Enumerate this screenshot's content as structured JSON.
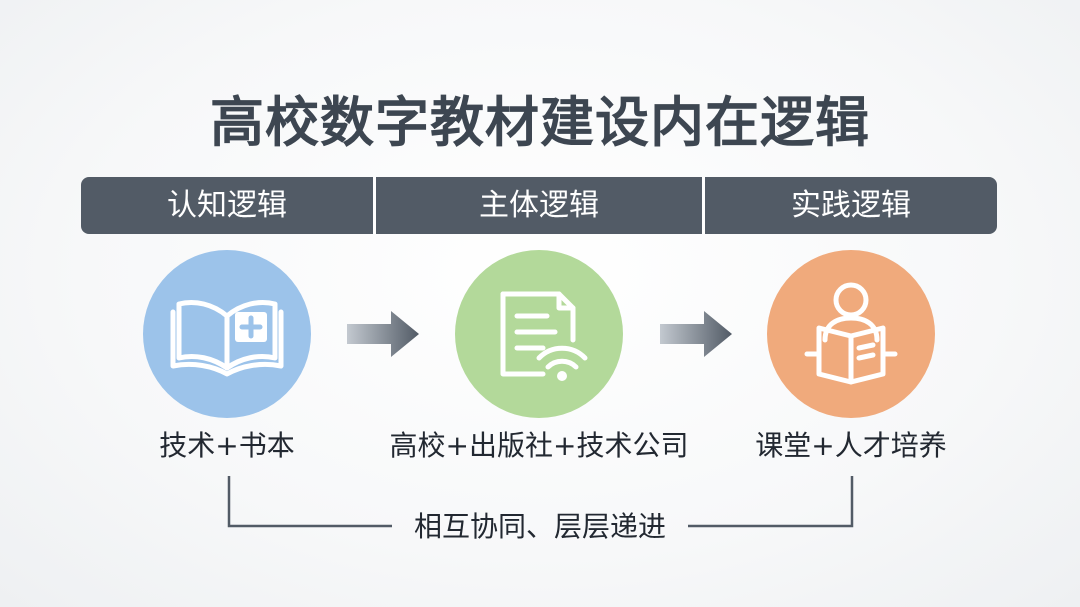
{
  "title": "高校数字教材建设内在逻辑",
  "header_bar": {
    "sections": [
      {
        "label": "认知逻辑"
      },
      {
        "label": "主体逻辑"
      },
      {
        "label": "实践逻辑"
      }
    ],
    "color": "#525b66"
  },
  "nodes": [
    {
      "icon": "open-book-plus-icon",
      "caption": "技术+书本",
      "color": "#9cc3ea"
    },
    {
      "icon": "document-wifi-icon",
      "caption": "高校+出版社+技术公司",
      "color": "#b3d99a"
    },
    {
      "icon": "person-reading-icon",
      "caption": "课堂+人才培养",
      "color": "#f0aa7c"
    }
  ],
  "connector_text": "相互协同、层层递进"
}
